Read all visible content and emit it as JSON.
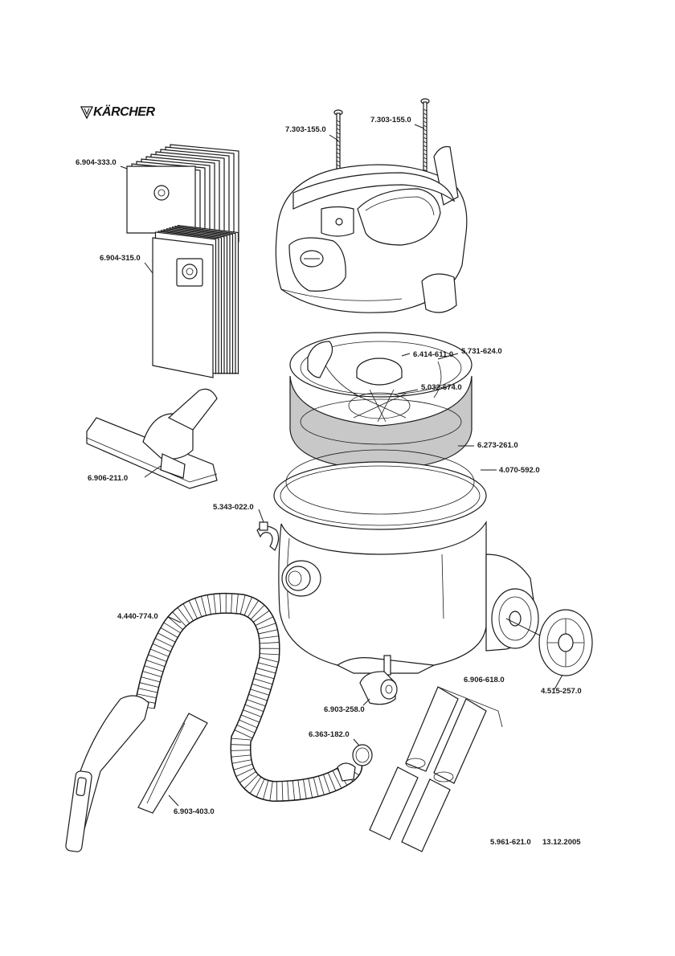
{
  "brand": {
    "name": "KÄRCHER",
    "colors": {
      "ink": "#1a1a1a",
      "filter_shade": "#c8c8c8",
      "background": "#ffffff"
    }
  },
  "parts": [
    {
      "id": "bolt-left",
      "number": "7.303-155.0"
    },
    {
      "id": "bolt-right",
      "number": "7.303-155.0"
    },
    {
      "id": "paper-bags",
      "number": "6.904-333.0"
    },
    {
      "id": "fleece-bags",
      "number": "6.904-315.0"
    },
    {
      "id": "foam-disc",
      "number": "6.414-611.0"
    },
    {
      "id": "filter-basket",
      "number": "5.731-624.0"
    },
    {
      "id": "float-cage",
      "number": "5.032-674.0"
    },
    {
      "id": "cartridge-filter",
      "number": "6.273-261.0"
    },
    {
      "id": "seal-ring",
      "number": "4.070-592.0"
    },
    {
      "id": "floor-nozzle",
      "number": "6.906-211.0"
    },
    {
      "id": "clip",
      "number": "5.343-022.0"
    },
    {
      "id": "suction-hose",
      "number": "4.440-774.0"
    },
    {
      "id": "castor",
      "number": "6.903-258.0"
    },
    {
      "id": "o-ring",
      "number": "6.363-182.0"
    },
    {
      "id": "crevice-nozzle",
      "number": "6.903-403.0"
    },
    {
      "id": "suction-tubes",
      "number": "6.906-618.0"
    },
    {
      "id": "wheel",
      "number": "4.515-257.0"
    }
  ],
  "footer": {
    "document_number": "5.961-621.0",
    "date": "13.12.2005"
  }
}
